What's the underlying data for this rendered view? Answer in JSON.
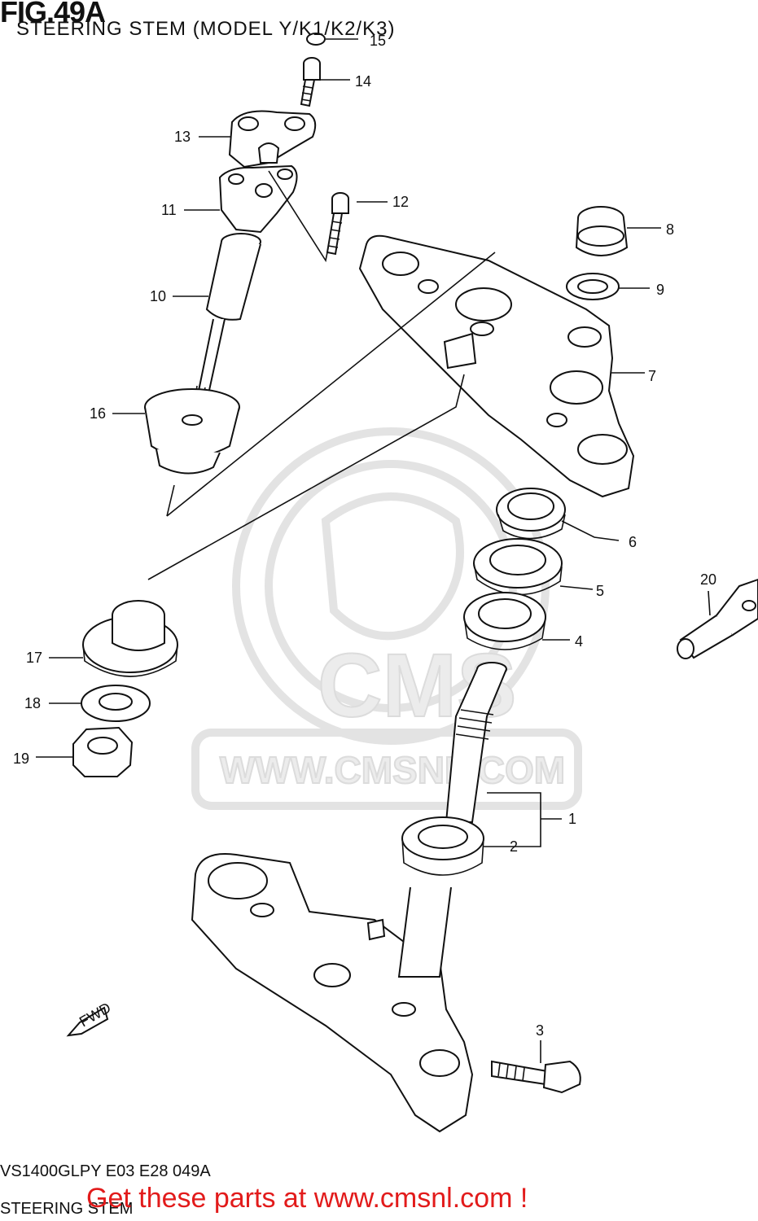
{
  "figure": {
    "title": "FIG.49A",
    "subtitle": "STEERING STEM (MODEL Y/K1/K2/K3)"
  },
  "watermark": {
    "brand": "CMS",
    "url": "WWW.CMSNL.COM"
  },
  "direction_marker": "FWD",
  "callouts": [
    "1",
    "2",
    "3",
    "4",
    "5",
    "6",
    "7",
    "8",
    "9",
    "10",
    "11",
    "12",
    "13",
    "14",
    "15",
    "16",
    "17",
    "18",
    "19",
    "20"
  ],
  "footer": {
    "drawing_code": "VS1400GLPY E03 E28 049A",
    "drawing_name": "STEERING STEM",
    "promo_text": "Get these parts at www.cmsnl.com !"
  },
  "colors": {
    "promo": "#e21b1b",
    "line": "#111111",
    "watermark": "#e3e3e3"
  }
}
